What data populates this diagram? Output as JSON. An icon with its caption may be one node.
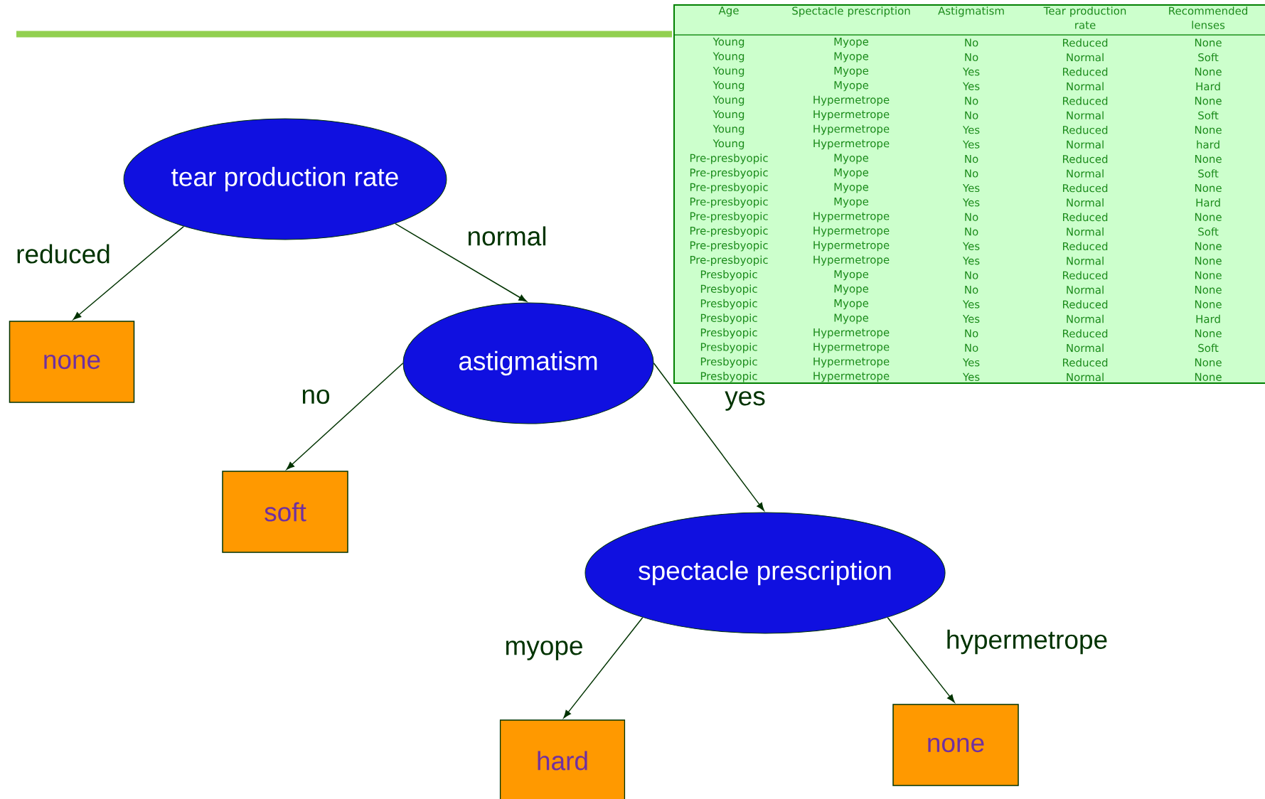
{
  "diagram": {
    "nodes": [
      {
        "text": [
          "tear production rate"
        ]
      },
      {
        "text": [
          "none"
        ]
      },
      {
        "text": [
          "astigmatism"
        ]
      },
      {
        "text": [
          "soft"
        ]
      },
      {
        "text": [
          "spectacle prescription"
        ]
      },
      {
        "text": [
          "hard"
        ]
      },
      {
        "text": [
          "none"
        ]
      }
    ],
    "edges": [
      {
        "from": 0,
        "to": 1,
        "arrow": "to",
        "label": "reduced"
      },
      {
        "from": 0,
        "to": 2,
        "arrow": "to",
        "label": "normal"
      },
      {
        "from": 2,
        "to": 3,
        "arrow": "to",
        "label": "no"
      },
      {
        "from": 2,
        "to": 4,
        "arrow": "to",
        "label": "yes"
      },
      {
        "from": 4,
        "to": 5,
        "arrow": "to",
        "label": "myope"
      },
      {
        "from": 4,
        "to": 6,
        "arrow": "to",
        "label": "hypermetrope"
      }
    ],
    "labels": [
      "Age",
      "Spectacle prescription",
      "Astigmatism",
      "Tear production rate",
      "Recommended lenses",
      "Young",
      "Myope",
      "No",
      "Reduced",
      "None",
      "Young",
      "Myope",
      "No",
      "Normal",
      "Soft",
      "Young",
      "Myope",
      "Yes",
      "Reduced",
      "None",
      "Young",
      "Myope",
      "Yes",
      "Normal",
      "Hard",
      "Young",
      "Hypermetrope",
      "No",
      "Reduced",
      "None",
      "Young",
      "Hypermetrope",
      "No",
      "Normal",
      "Soft",
      "Young",
      "Hypermetrope",
      "Yes",
      "Reduced",
      "None",
      "Young",
      "Hypermetrope",
      "Yes",
      "Normal",
      "hard",
      "Pre-presbyopic",
      "Myope",
      "No",
      "Reduced",
      "None",
      "Pre-presbyopic",
      "Myope",
      "No",
      "Normal",
      "Soft",
      "Pre-presbyopic",
      "Myope",
      "Yes",
      "Reduced",
      "None",
      "Pre-presbyopic",
      "Myope",
      "Yes",
      "Normal",
      "Hard",
      "Pre-presbyopic",
      "Hypermetrope",
      "No",
      "Reduced",
      "None",
      "Pre-presbyopic",
      "Hypermetrope",
      "No",
      "Normal",
      "Soft",
      "Pre-presbyopic",
      "Hypermetrope",
      "Yes",
      "Reduced",
      "None",
      "Pre-presbyopic",
      "Hypermetrope",
      "Yes",
      "Normal",
      "None",
      "Presbyopic",
      "Myope",
      "No",
      "Reduced",
      "None",
      "Presbyopic",
      "Myope",
      "No",
      "Normal",
      "None",
      "Presbyopic",
      "Myope",
      "Yes",
      "Reduced",
      "None",
      "Presbyopic",
      "Myope",
      "Yes",
      "Normal",
      "Hard",
      "Presbyopic",
      "Hypermetrope",
      "No",
      "Reduced",
      "None",
      "Presbyopic",
      "Hypermetrope",
      "No",
      "Normal",
      "Soft",
      "Presbyopic",
      "Hypermetrope",
      "Yes",
      "Reduced",
      "None",
      "Presbyopic",
      "Hypermetrope",
      "Yes",
      "Normal",
      "None"
    ]
  }
}
